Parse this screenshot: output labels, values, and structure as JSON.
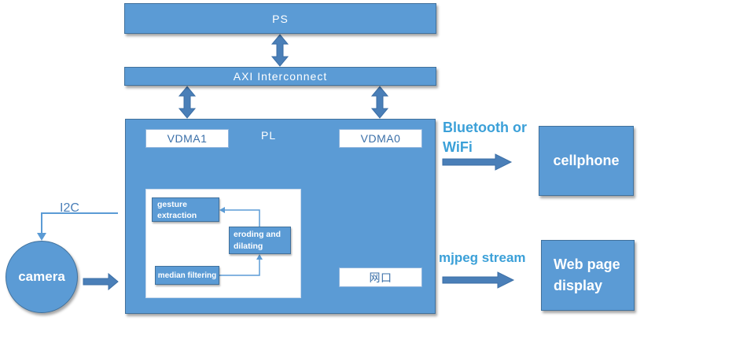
{
  "blocks": {
    "ps": "PS",
    "axi": "AXI Interconnect",
    "pl": "PL",
    "vdma1": "VDMA1",
    "vdma0": "VDMA0",
    "gesture": "gesture extraction",
    "eroding": "eroding and dilating",
    "median": "median filtering",
    "network_port": "网口",
    "camera": "camera",
    "cellphone": "cellphone",
    "webpage": "Web page display"
  },
  "links": {
    "i2c": "I2C",
    "bluetooth": "Bluetooth or WiFi",
    "mjpeg": "mjpeg stream"
  },
  "colors": {
    "block_fill": "#5b9bd5",
    "arrow_fill": "#4a7fb8",
    "link_text": "#3ba0d8"
  }
}
